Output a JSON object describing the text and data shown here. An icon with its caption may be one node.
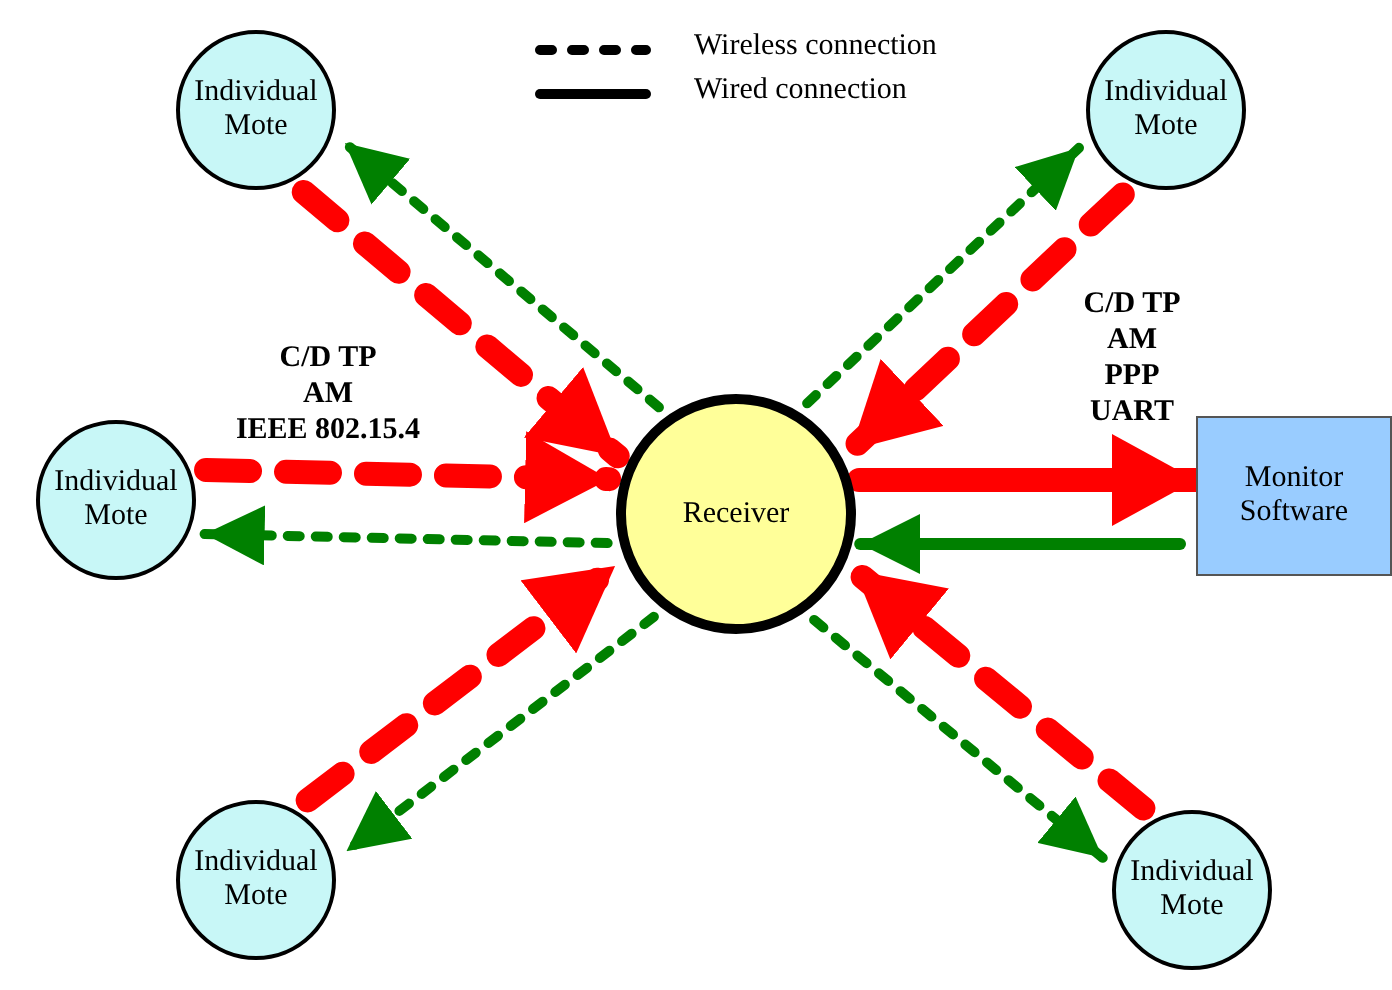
{
  "diagram": {
    "nodes": [
      {
        "text": [
          "Individual Mote"
        ]
      },
      {
        "text": [
          "Individual Mote"
        ]
      },
      {
        "text": [
          "Individual Mote"
        ]
      },
      {
        "text": [
          "Receiver"
        ]
      },
      {
        "text": [
          "Monitor Software"
        ]
      },
      {
        "text": [
          "Individual Mote"
        ]
      },
      {
        "text": [
          "Individual Mote"
        ]
      }
    ],
    "edges": [
      {
        "from": 0,
        "to": 3,
        "arrow": "to",
        "style": "dashed",
        "color": "#ff0000"
      },
      {
        "from": 3,
        "to": 0,
        "arrow": "to",
        "style": "dashed",
        "color": "#008000"
      },
      {
        "from": 1,
        "to": 3,
        "arrow": "to",
        "style": "dashed",
        "color": "#ff0000"
      },
      {
        "from": 3,
        "to": 1,
        "arrow": "to",
        "style": "dashed",
        "color": "#008000"
      },
      {
        "from": 2,
        "to": 3,
        "arrow": "to",
        "style": "dashed",
        "color": "#ff0000"
      },
      {
        "from": 3,
        "to": 2,
        "arrow": "to",
        "style": "dashed",
        "color": "#008000"
      },
      {
        "from": 3,
        "to": 4,
        "arrow": "to",
        "style": "thick",
        "color": "#ff0000"
      },
      {
        "from": 4,
        "to": 3,
        "arrow": "to",
        "color": "#008000"
      },
      {
        "from": 5,
        "to": 3,
        "arrow": "to",
        "style": "dashed",
        "color": "#ff0000"
      },
      {
        "from": 3,
        "to": 5,
        "arrow": "to",
        "style": "dashed",
        "color": "#008000"
      },
      {
        "from": 6,
        "to": 3,
        "arrow": "to",
        "style": "dashed",
        "color": "#ff0000"
      },
      {
        "from": 3,
        "to": 6,
        "arrow": "to",
        "style": "dashed",
        "color": "#008000"
      }
    ],
    "labels": [
      "C/D TP",
      "AM",
      "IEEE 802.15.4",
      "C/D TP",
      "AM",
      "PPP",
      "UART"
    ],
    "legend": [
      {
        "text": "Wireless connection"
      },
      {
        "text": "Wired connection"
      }
    ]
  }
}
